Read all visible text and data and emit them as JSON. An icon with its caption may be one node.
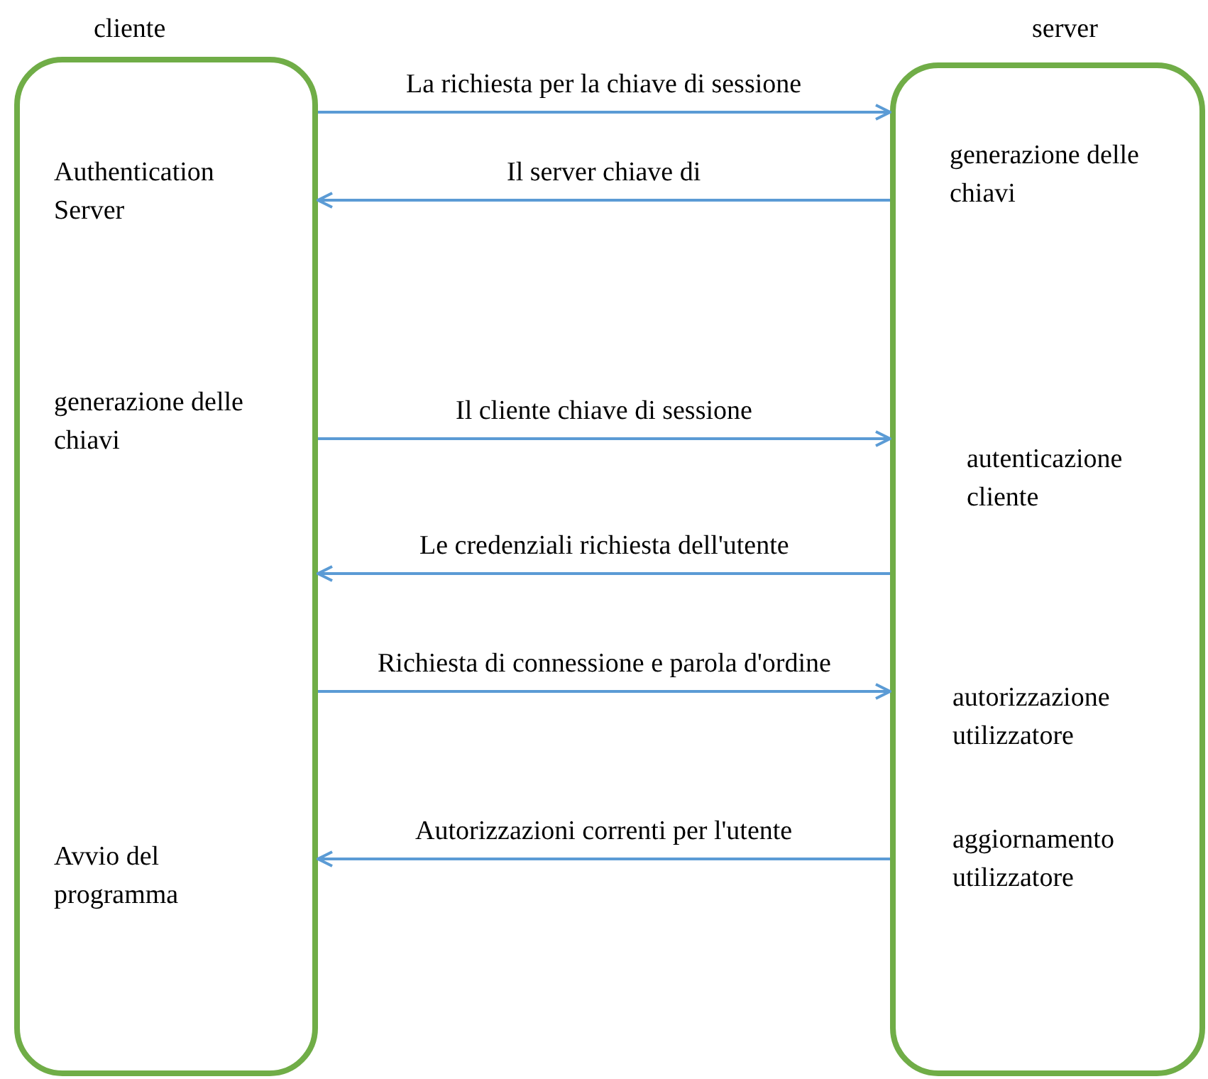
{
  "diagram": {
    "nodes": [
      {
        "text": [
          "cliente",
          "Authentication Server",
          "generazione delle chiavi",
          "Avvio del programma"
        ]
      },
      {
        "text": [
          "server",
          "generazione delle chiavi",
          "autenticazione cliente",
          "autorizzazione utilizzatore",
          "aggiornamento utilizzatore"
        ]
      }
    ],
    "edges": [
      {
        "from": 0,
        "to": 1,
        "arrow": "to",
        "label": "La richiesta per la chiave di sessione"
      },
      {
        "from": 1,
        "to": 0,
        "arrow": "to",
        "label": "Il server chiave di"
      },
      {
        "from": 0,
        "to": 1,
        "arrow": "to",
        "label": "Il cliente chiave di sessione"
      },
      {
        "from": 1,
        "to": 0,
        "arrow": "to",
        "label": "Le credenziali richiesta dell'utente"
      },
      {
        "from": 0,
        "to": 1,
        "arrow": "to",
        "label": "Richiesta di connessione e parola d'ordine"
      },
      {
        "from": 1,
        "to": 0,
        "arrow": "to",
        "label": "Autorizzazioni correnti per l'utente"
      }
    ]
  }
}
